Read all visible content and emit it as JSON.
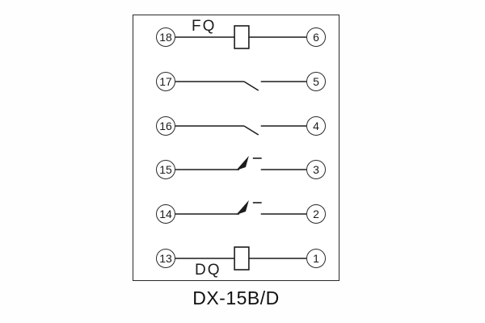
{
  "diagram": {
    "title": "DX-15B/D",
    "coil_top_label": "FQ",
    "coil_bottom_label": "DQ",
    "colors": {
      "line": "#1c1c1c",
      "background": "#fefefe"
    },
    "rows": [
      {
        "left": "18",
        "right": "6",
        "symbol": "coil"
      },
      {
        "left": "17",
        "right": "5",
        "symbol": "open-contact"
      },
      {
        "left": "16",
        "right": "4",
        "symbol": "open-contact"
      },
      {
        "left": "15",
        "right": "3",
        "symbol": "arrow-contact"
      },
      {
        "left": "14",
        "right": "2",
        "symbol": "arrow-contact"
      },
      {
        "left": "13",
        "right": "1",
        "symbol": "coil"
      }
    ]
  }
}
